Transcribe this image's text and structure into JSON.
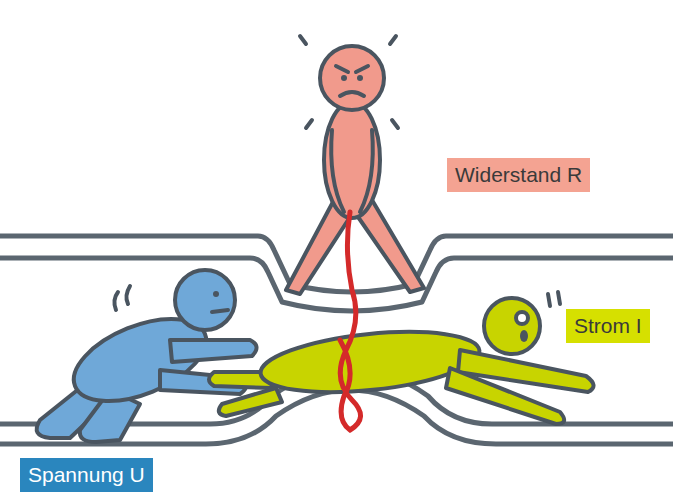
{
  "diagram": {
    "nodes": [
      {
        "text": [
          "Widerstand R"
        ]
      },
      {
        "text": [
          "Strom I"
        ]
      },
      {
        "text": [
          "Spannung U"
        ]
      }
    ]
  }
}
